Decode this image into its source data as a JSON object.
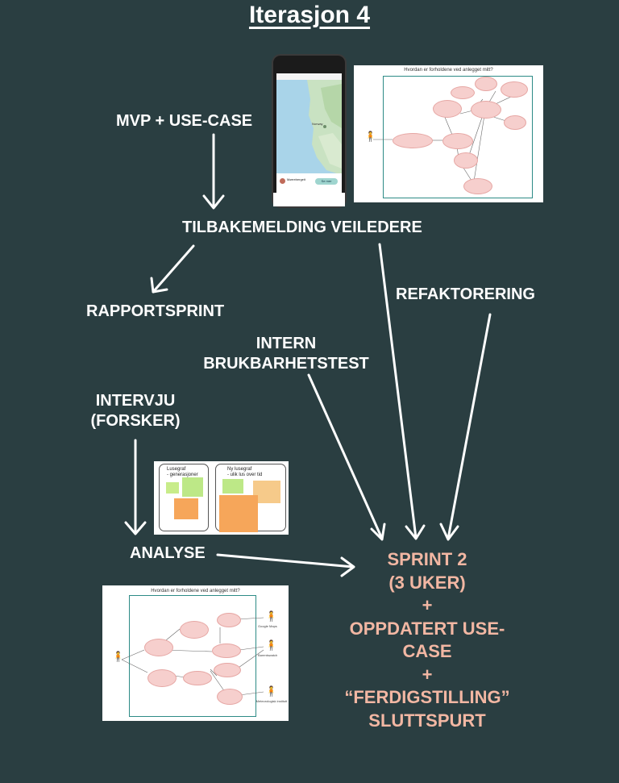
{
  "title": "Iterasjon 4",
  "labels": {
    "mvp": "MVP + USE-CASE",
    "tilbakemelding": "TILBAKEMELDING VEILEDERE",
    "rapportsprint": "RAPPORTSPRINT",
    "refaktorering": "REFAKTORERING",
    "intern_line1": "INTERN",
    "intern_line2": "BRUKBARHETSTEST",
    "intervju_line1": "INTERVJU",
    "intervju_line2": "(FORSKER)",
    "analyse": "ANALYSE"
  },
  "sprint": {
    "line1": "SPRINT 2",
    "line2": "(3 UKER)",
    "plus1": "+",
    "line3": "OPPDATERT USE-",
    "line4": "CASE",
    "plus2": "+",
    "line5": "“FERDIGSTILLING”",
    "line6": "SLUTTSPURT"
  },
  "colors": {
    "background": "#2a3e41",
    "text": "#ffffff",
    "sprint_text": "#f2b7a3",
    "diagram_border": "#2d8b86",
    "ellipse_fill": "#f6cfcd"
  },
  "phone_screenshot": {
    "region_label": "Norway",
    "card_text": "Mørrebergeit",
    "button": "Se mer"
  },
  "usecase_top": {
    "title": "Hvordan er forholdene ved anlegget mitt?"
  },
  "usecase_bottom": {
    "title": "Hvordan er forholdene ved anlegget mitt?",
    "actors": [
      "Google Maps",
      "Barentswatch",
      "Meteorologisk institutt"
    ]
  },
  "lusegraf": {
    "pane1_title": "Lusegraf\n- generasjoner",
    "pane2_title": "Ny lusegraf\n- ulik lus over tid"
  }
}
